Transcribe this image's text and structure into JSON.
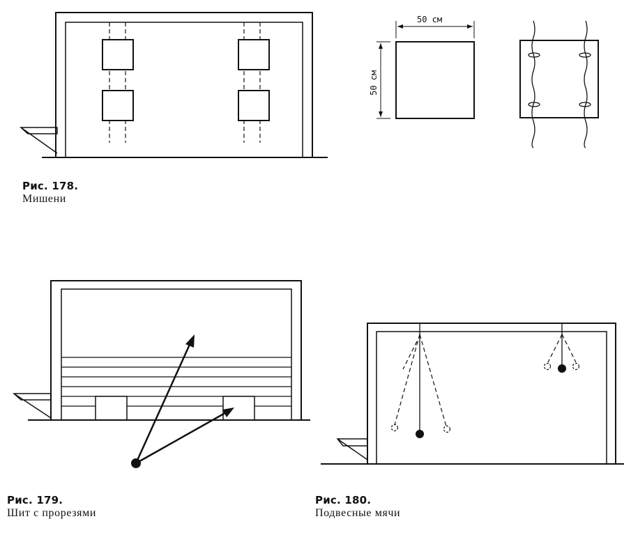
{
  "figures": [
    {
      "number": "Рис. 178.",
      "title": "Мишени"
    },
    {
      "number": "Рис. 179.",
      "title": "Шит с прорезями"
    },
    {
      "number": "Рис. 180.",
      "title": "Подвесные мячи"
    }
  ],
  "dimensions": {
    "width": "50 см",
    "height": "50 см"
  }
}
